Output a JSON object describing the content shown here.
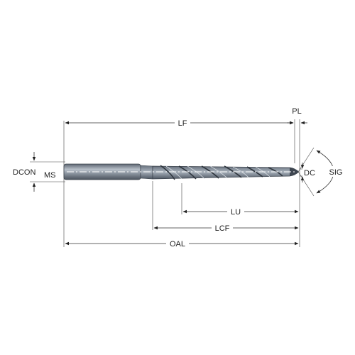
{
  "labels": {
    "lf": "LF",
    "pl": "PL",
    "dcon": "DCON",
    "ms": "MS",
    "dc": "DC",
    "sig": "SIG",
    "lu": "LU",
    "lcf": "LCF",
    "oal": "OAL"
  },
  "colors": {
    "tool_body": "#8c95a0",
    "tool_dark": "#4f5864",
    "tool_light": "#b9c1ca",
    "dimension": "#333333"
  }
}
